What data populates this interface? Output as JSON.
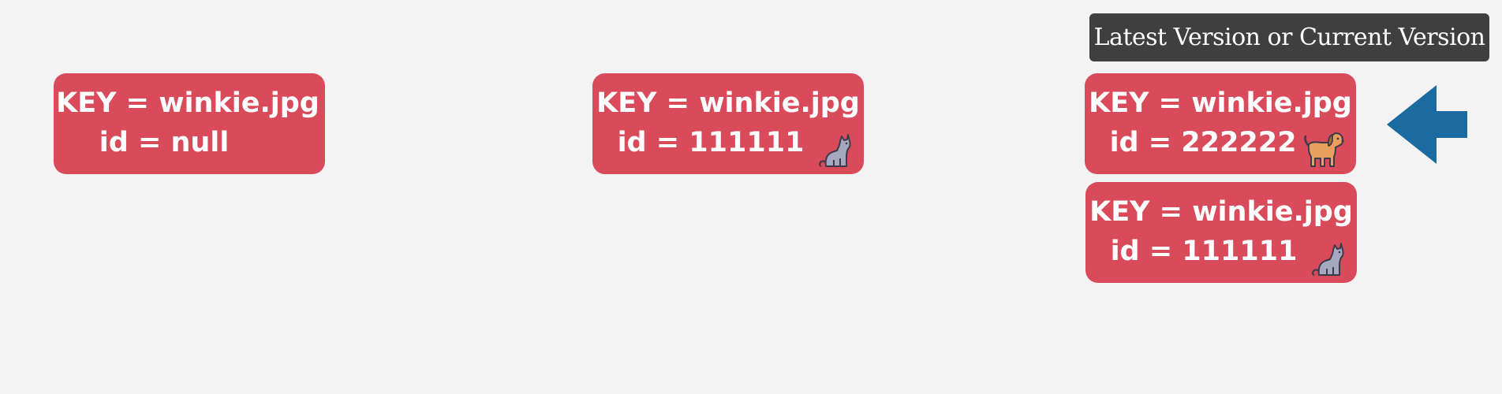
{
  "versions": [
    {
      "key": "KEY = winkie.jpg",
      "id": "id = null",
      "icon": "none"
    },
    {
      "key": "KEY = winkie.jpg",
      "id": "id = 111111",
      "icon": "cat-icon"
    },
    {
      "key": "KEY = winkie.jpg",
      "id": "id = 222222",
      "icon": "dog-icon"
    },
    {
      "key": "KEY = winkie.jpg",
      "id": "id = 111111",
      "icon": "cat-icon"
    }
  ],
  "label": "Latest Version or Current Version",
  "colors": {
    "background": "#f3f3f3",
    "box": "#d94a5a",
    "label_bg": "#3f3f3f",
    "arrow": "#1b6aa0"
  }
}
